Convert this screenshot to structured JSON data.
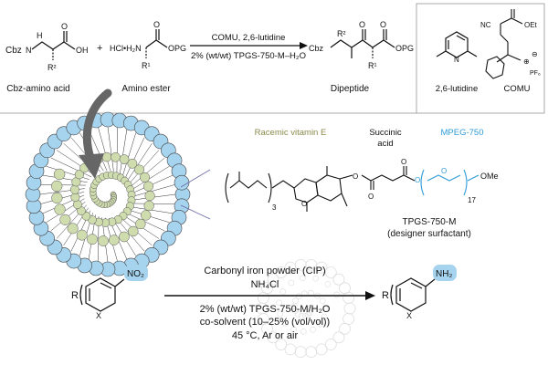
{
  "top_panel": {
    "reaction": {
      "reagents_above": "COMU, 2,6-lutidine",
      "conditions_below": "2% (wt/wt) TPGS-750-M–H₂O",
      "plus": "+",
      "hcl_h2n": "HCl•H₂N",
      "opg": "OPG",
      "cbz": "Cbz",
      "r2": "R²",
      "r1": "R¹",
      "oh": "OH",
      "o": "O",
      "h": "H",
      "n": "N"
    },
    "labels": {
      "cbz_amino_acid": "Cbz-amino acid",
      "amino_ester": "Amino ester",
      "dipeptide": "Dipeptide"
    },
    "reagents_box": {
      "lutidine": "2,6-lutidine",
      "comu": "COMU",
      "nc": "NC",
      "oet": "OEt",
      "pf6": "PF₆",
      "minus": "⊖",
      "plus": "⊕"
    }
  },
  "surfactant": {
    "racemic_vitamin_e": "Racemic vitamin E",
    "succinic_acid_line1": "Succinic",
    "succinic_acid_line2": "acid",
    "mpeg": "MPEG-750",
    "ome": "OMe",
    "sub_3": "3",
    "sub_17": "17",
    "name": "TPGS-750-M",
    "description": "(designer surfactant)",
    "o": "O"
  },
  "bottom_reaction": {
    "reagent_line1": "Carbonyl iron powder (CIP)",
    "reagent_line2": "NH₄Cl",
    "condition_line1": "2% (wt/wt) TPGS-750-M/H₂O",
    "condition_line2": "co-solvent (10–25% (vol/vol))",
    "condition_line3": "45 °C, Ar or air",
    "no2": "NO₂",
    "nh2": "NH₂",
    "r": "R",
    "x": "X"
  },
  "colors": {
    "micelle_outer": "#a6d3ee",
    "micelle_inner": "#cfdcae",
    "vitamin_e_label": "#8a8a4a",
    "mpeg_label": "#2e9bd6",
    "bond": "#111111",
    "box_border": "#aaaaaa"
  }
}
